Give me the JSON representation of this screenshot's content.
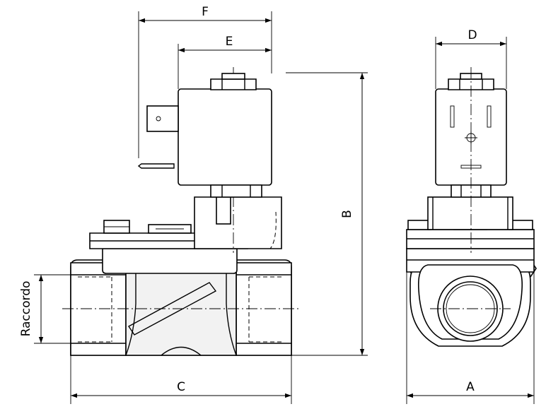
{
  "drawing": {
    "labels": {
      "F": "F",
      "E": "E",
      "D": "D",
      "B": "B",
      "C": "C",
      "A": "A",
      "raccordo": "Raccordo"
    }
  }
}
